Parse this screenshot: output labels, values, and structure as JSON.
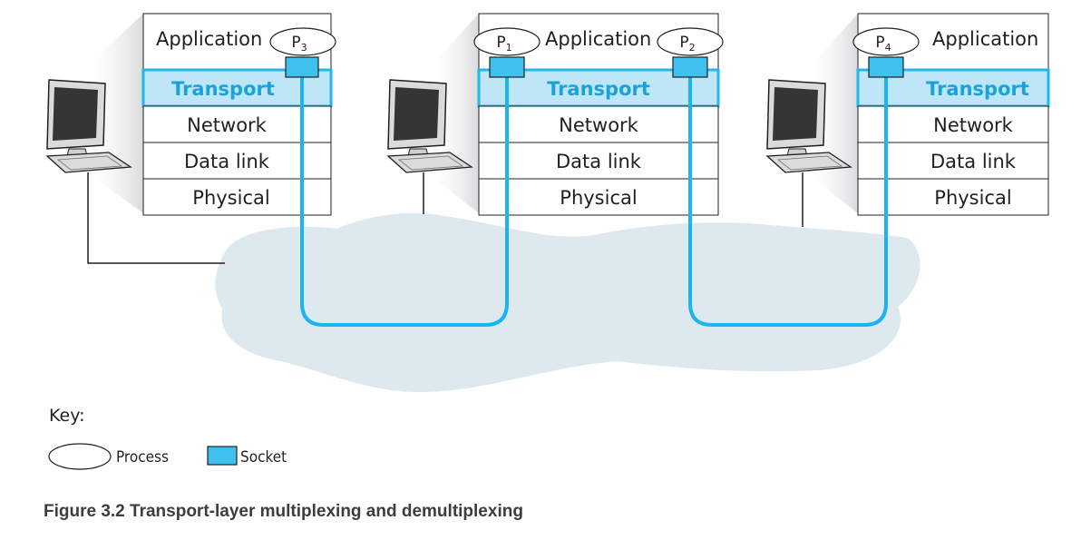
{
  "layers": {
    "application": "Application",
    "transport": "Transport",
    "network": "Network",
    "data_link": "Data link",
    "physical": "Physical"
  },
  "processes": {
    "p1": {
      "letter": "P",
      "sub": "1"
    },
    "p2": {
      "letter": "P",
      "sub": "2"
    },
    "p3": {
      "letter": "P",
      "sub": "3"
    },
    "p4": {
      "letter": "P",
      "sub": "4"
    }
  },
  "key": {
    "title": "Key:",
    "process": "Process",
    "socket": "Socket"
  },
  "caption": "Figure 3.2 Transport-layer multiplexing and demultiplexing",
  "colors": {
    "transport_fill": "#bfe6f7",
    "transport_border": "#22b7ea",
    "socket_fill": "#3ec1ef",
    "connection": "#1ab4ee",
    "network_cloud": "#dde9ef",
    "stack_border": "#231f20",
    "monitor_shadow": "#e3e4e5"
  }
}
